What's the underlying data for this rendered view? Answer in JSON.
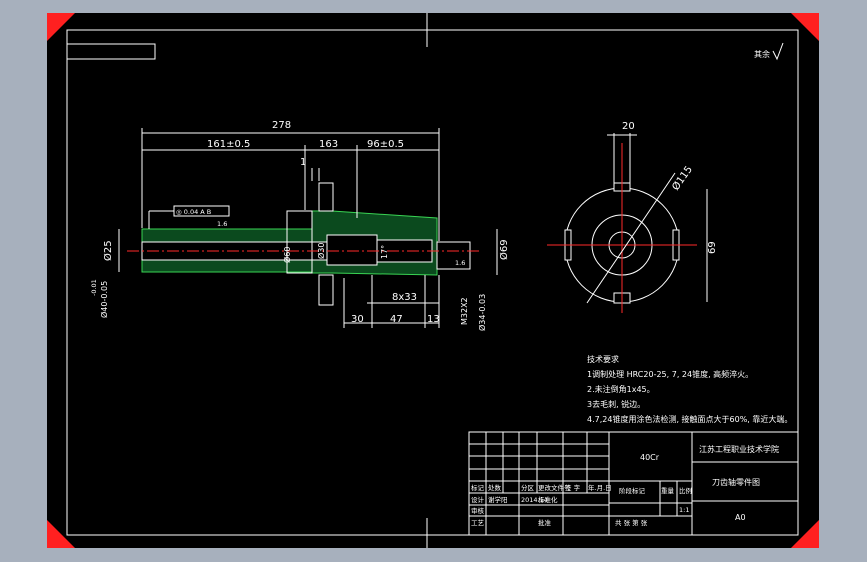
{
  "dimensions": {
    "overall_length": "278",
    "len_161": "161±0.5",
    "len_163": "163",
    "len_96": "96±0.5",
    "len_1": "1",
    "dia_25": "Ø25",
    "dia_60": "Ø60",
    "dia_30": "Ø30",
    "angle_17": "17°",
    "dia_69_right": "Ø69",
    "m_thread": "M32X2",
    "dia_34": "Ø34-0.03",
    "thread_8x33": "8x33",
    "len_30": "30",
    "len_47": "47",
    "len_13": "13",
    "dia_40_main": "Ø40-0.05",
    "dia_40_tol": "-0.01",
    "tolerance_frame": "◎ 0.04 A B",
    "surface_left": "1.6",
    "surface_right": "1.6",
    "side_width": "20",
    "side_dia": "Ø115",
    "side_69": "69",
    "roughness_note": "其余"
  },
  "tech_requirements": {
    "title": "技术要求",
    "items": [
      "1调制处理 HRC20-25, 7, 24锥度, 高频淬火。",
      "2.未注倒角1x45。",
      "3去毛刺, 锐边。",
      "4.7,24锥度用涂色法检测, 接触面点大于60%, 靠近大端。"
    ]
  },
  "title_block": {
    "material": "40Cr",
    "school": "江苏工程职业技术学院",
    "drawing_name": "刀齿轴零件图",
    "sheet_size": "A0",
    "row_mark": [
      "标记",
      "处数",
      "分区",
      "更改文件号",
      "签 字",
      "年.月.日"
    ],
    "row_design": [
      "设计",
      "谢学阳",
      "2014.14",
      "标准化"
    ],
    "stage_label": "阶段标记",
    "weight_label": "重量",
    "scale_label": "比例",
    "scale_value": "1:1",
    "review": "审核",
    "process": "工艺",
    "approve": "批准",
    "sheets": "共 张 第 张"
  }
}
